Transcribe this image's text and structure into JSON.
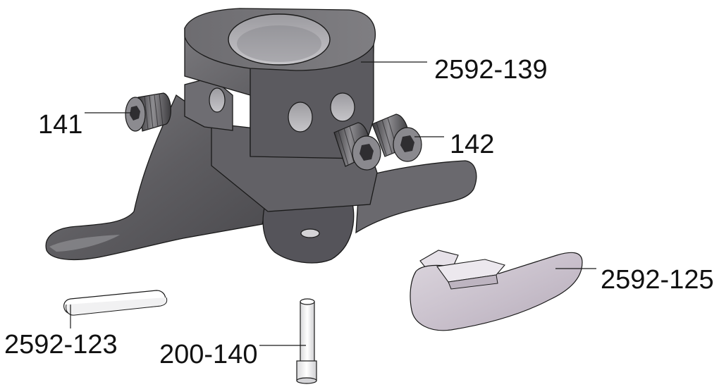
{
  "callouts": {
    "body": "2592-139",
    "screw_left": "141",
    "screws_right": "142",
    "key": "2592-123",
    "pin": "200-140",
    "insert": "2592-125"
  },
  "colors": {
    "metal_dark": "#5a595c",
    "metal_mid": "#6f6e72",
    "metal_light": "#8b8a8e",
    "plastic": "#c8c0cb",
    "outline": "#1a1a1a"
  }
}
